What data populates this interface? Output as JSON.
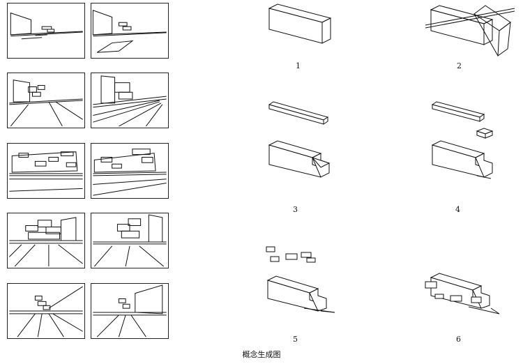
{
  "caption": "概念生成图",
  "step_labels": [
    "1",
    "2",
    "3",
    "4",
    "5",
    "6"
  ]
}
